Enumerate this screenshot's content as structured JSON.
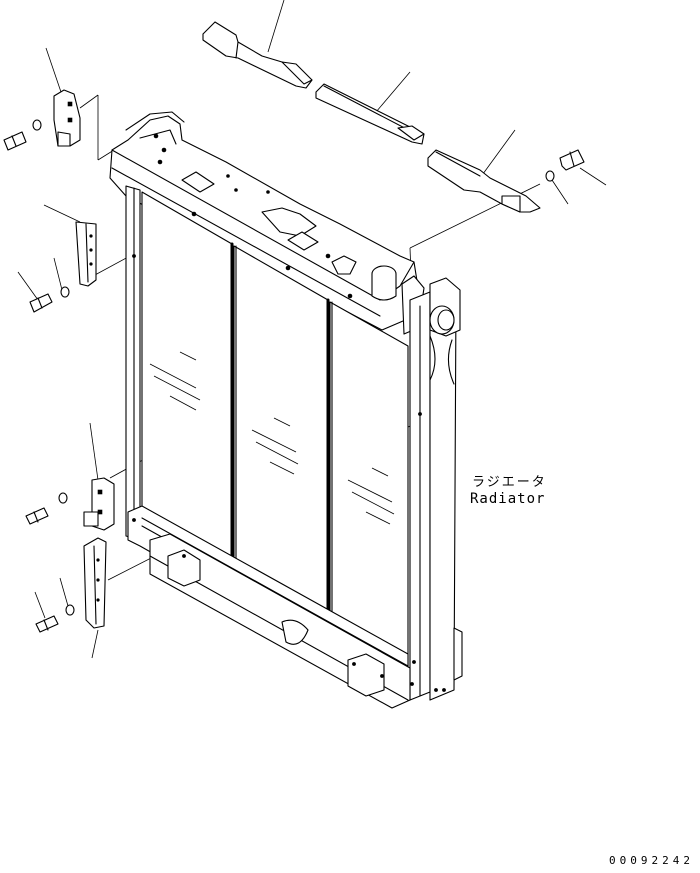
{
  "diagram": {
    "label_jp": "ラジエータ",
    "label_en": "Radiator",
    "drawing_number": "00092242"
  }
}
